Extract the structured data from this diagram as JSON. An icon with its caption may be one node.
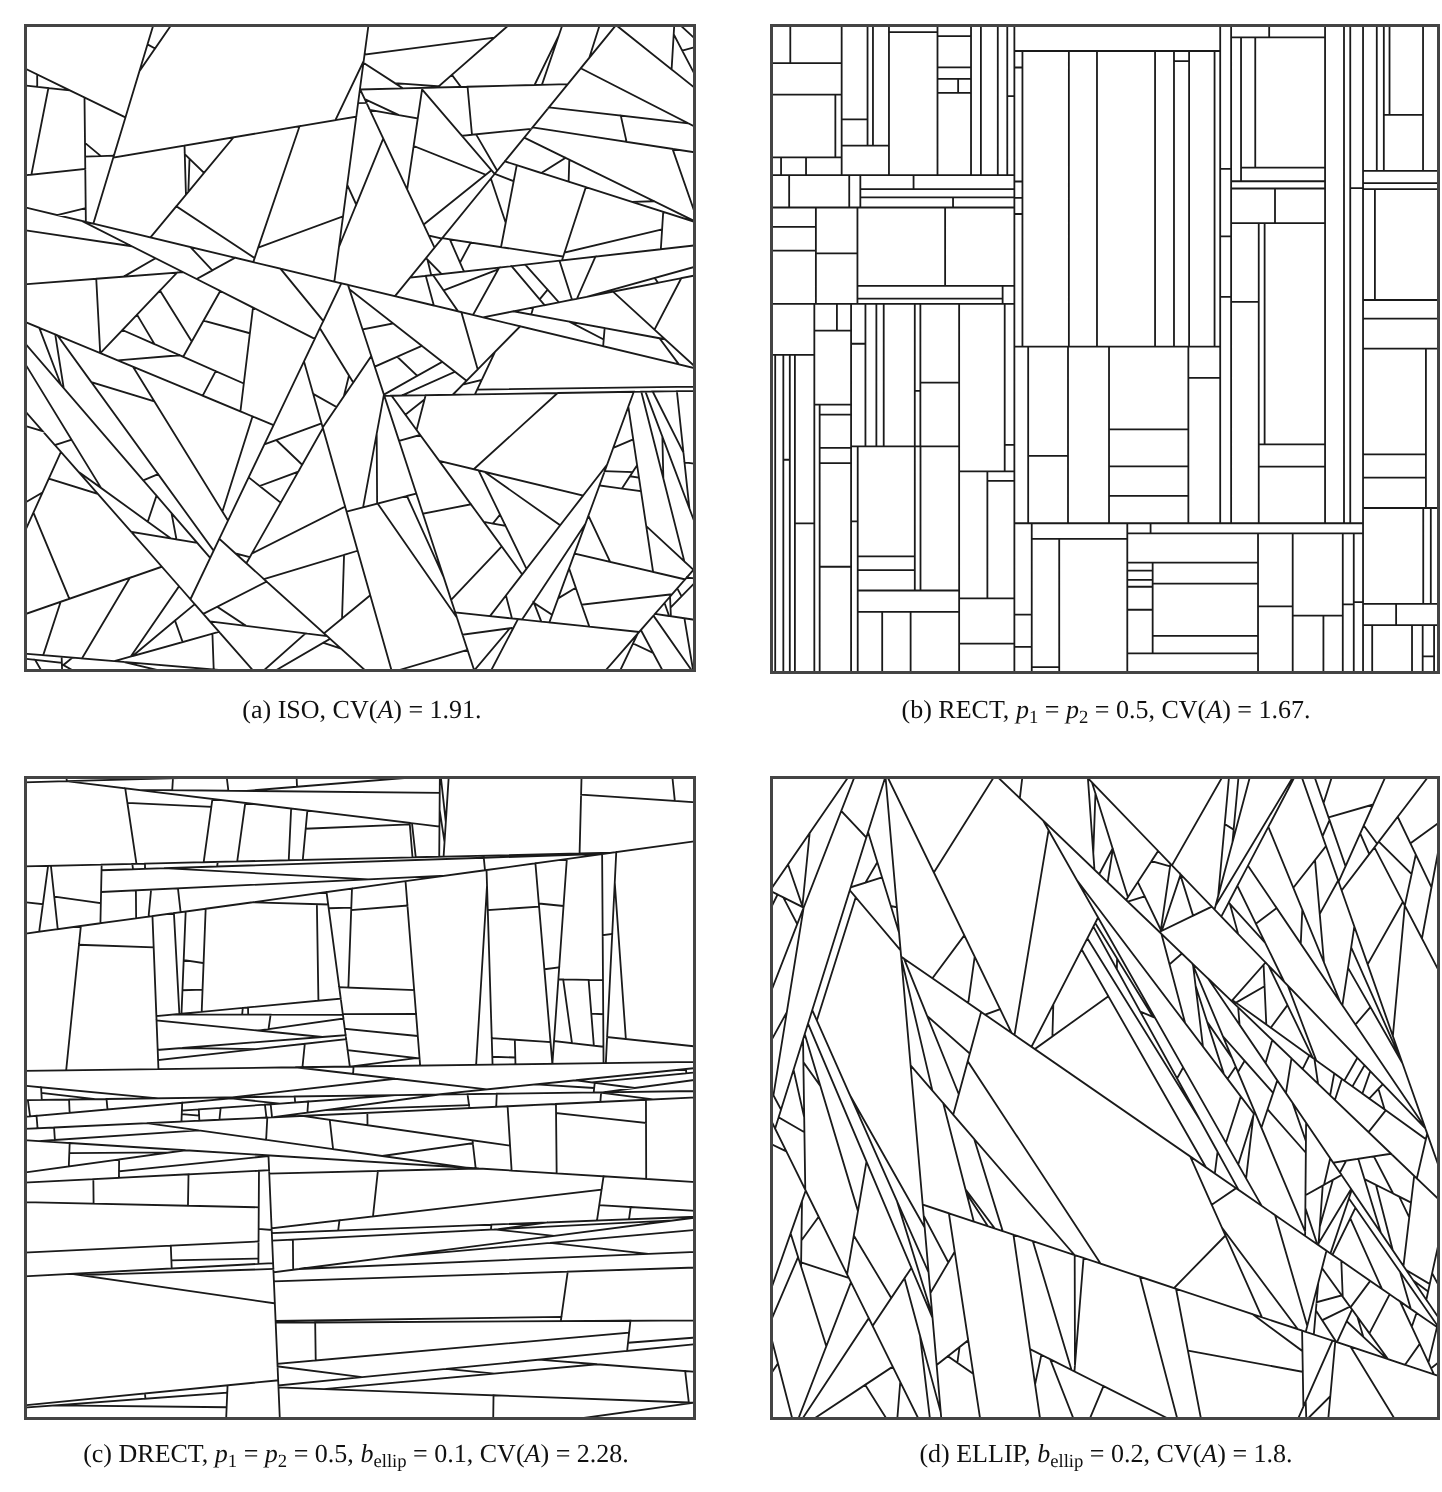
{
  "diagram": {
    "labels": [
      "(a) ISO, CV(*A*) = 1.91.",
      "(b) RECT, *p*$_{1}$ = *p*$_{2}$ = 0.5, CV(*A*) = 1.67.",
      "(c) DRECT, *p*$_{1}$ = *p*$_{2}$ = 0.5, *b*$_{ellip}$ = 0.1, CV(*A*) = 2.28.",
      "(d) ELLIP, *b*$_{ellip}$ = 0.2, CV(*A*) = 1.8."
    ]
  }
}
